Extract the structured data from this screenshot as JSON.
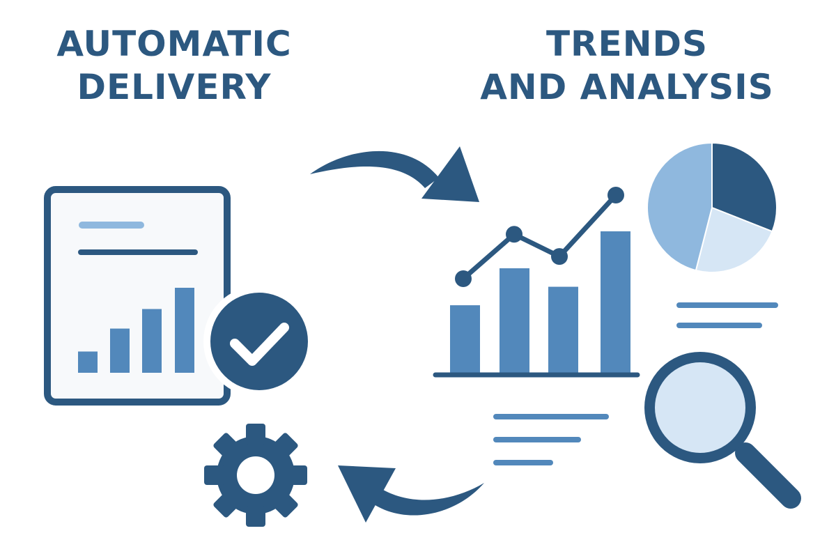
{
  "headings": {
    "left": {
      "line1": "AUTOMATIC",
      "line2": "DELIVERY"
    },
    "right": {
      "line1": "TRENDS",
      "line2": "AND ANALYSIS"
    }
  },
  "colors": {
    "navy": "#2c5880",
    "mid_blue": "#5288bb",
    "light_blue": "#8fb8de",
    "pale_blue": "#d6e6f5",
    "paper": "#f7f9fb"
  },
  "icons": {
    "report": "report-document-icon",
    "check": "checkmark-badge-icon",
    "gear": "gear-icon",
    "forward_arrow": "curved-arrow-right-icon",
    "return_arrow": "curved-arrow-left-icon",
    "chart": "bar-line-chart-icon",
    "pie": "pie-chart-icon",
    "magnifier": "magnifier-icon"
  },
  "report_bars": [
    0.25,
    0.52,
    0.75,
    1.0
  ],
  "trend_chart": {
    "bars": [
      0.48,
      0.74,
      0.61,
      1.0
    ],
    "line": [
      0.36,
      0.7,
      0.53,
      1.0
    ]
  },
  "pie_slices": [
    0.31,
    0.23,
    0.46
  ]
}
